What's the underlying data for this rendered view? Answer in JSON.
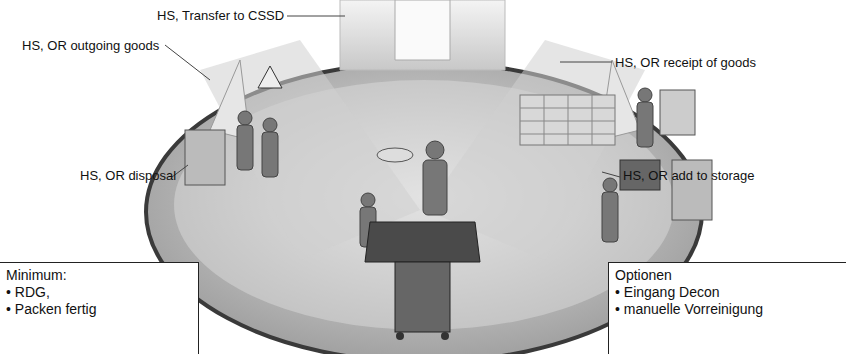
{
  "diagram": {
    "nodes": [
      {
        "text": [
          "Minimum:",
          "• RDG,",
          "• Packen fertig"
        ]
      },
      {
        "text": [
          "Optionen",
          "• Eingang Decon",
          "• manuelle Vorreinigung"
        ]
      }
    ],
    "labels": [
      "HS, Transfer to CSSD",
      "HS, OR outgoing goods",
      "HS, OR disposal",
      "HS, OR receipt of goods",
      "HS, OR add to storage"
    ]
  }
}
